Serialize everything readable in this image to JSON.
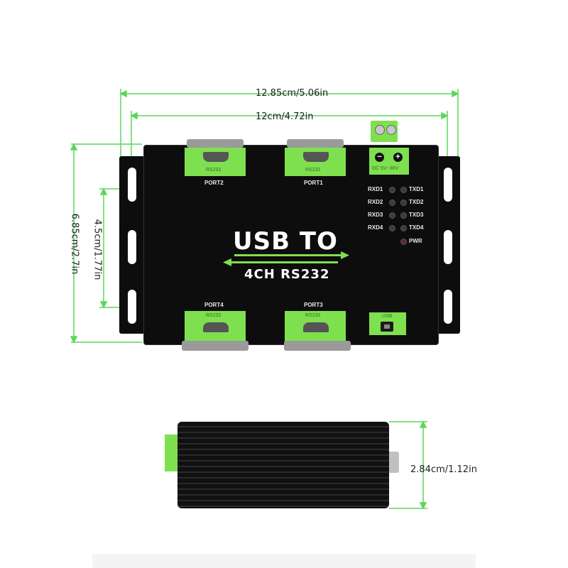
{
  "dimensions": {
    "outer_width": "12.85cm/5.06in",
    "inner_width": "12cm/4.72in",
    "outer_height": "6.85cm/2.7in",
    "inner_height": "4.5cm/1.77in",
    "thickness": "2.84cm/1.12in"
  },
  "device": {
    "title_line1": "USB TO",
    "title_line2": "4CH RS232",
    "ports": {
      "port1": "PORT1",
      "port2": "PORT2",
      "port3": "PORT3",
      "port4": "PORT4"
    },
    "rs232_label": "RS232",
    "dc_label": "DC 5V~36V",
    "usb_label": "USB",
    "leds": {
      "rxd1": "RXD1",
      "rxd2": "RXD2",
      "rxd3": "RXD3",
      "rxd4": "RXD4",
      "txd1": "TXD1",
      "txd2": "TXD2",
      "txd3": "TXD3",
      "txd4": "TXD4",
      "pwr": "PWR"
    },
    "minus_symbol": "−",
    "plus_symbol": "+"
  },
  "colors": {
    "accent_green": "#7fe04f",
    "dimension_line": "#5cd65c",
    "body": "#0d0d0d"
  }
}
